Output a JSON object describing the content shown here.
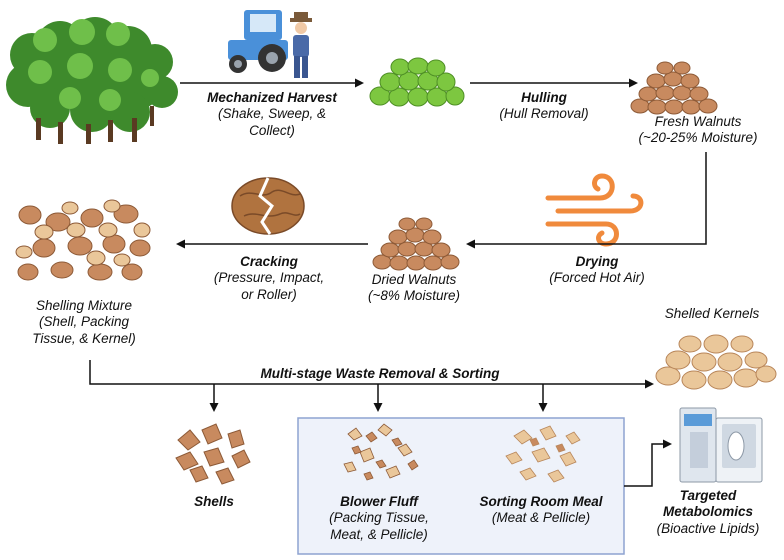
{
  "steps": {
    "harvest": {
      "title": "Mechanized Harvest",
      "detail": [
        "(Shake, Sweep, &",
        "Collect)"
      ]
    },
    "hulling": {
      "title": "Hulling",
      "detail": [
        "(Hull Removal)"
      ]
    },
    "fresh": {
      "title": "Fresh Walnuts",
      "detail": [
        "(~20-25% Moisture)"
      ]
    },
    "drying": {
      "title": "Drying",
      "detail": [
        "(Forced Hot Air)"
      ]
    },
    "dried": {
      "title": "Dried Walnuts",
      "detail": [
        "(~8% Moisture)"
      ]
    },
    "cracking": {
      "title": "Cracking",
      "detail": [
        "(Pressure, Impact,",
        "or Roller)"
      ]
    },
    "shelling": {
      "title": "Shelling Mixture",
      "detail": [
        "(Shell, Packing",
        "Tissue, & Kernel)"
      ]
    },
    "sorting": {
      "title": "Multi-stage Waste Removal & Sorting"
    },
    "kernels": {
      "title": "Shelled Kernels"
    },
    "shells": {
      "title": "Shells"
    },
    "fluff": {
      "title": "Blower Fluff",
      "detail": [
        "(Packing Tissue,",
        "Meat, & Pellicle)"
      ]
    },
    "meal": {
      "title": "Sorting Room Meal",
      "detail": [
        "(Meat & Pellicle)"
      ]
    },
    "metabolomics": {
      "title": "Targeted",
      "title2": "Metabolomics",
      "detail": [
        "(Bioactive Lipids)"
      ]
    }
  },
  "icons": [
    "tree-orchard-icon",
    "tractor-icon",
    "farmer-icon",
    "green-hulled-walnuts-icon",
    "fresh-walnut-pile-icon",
    "hot-air-icon",
    "cracked-walnut-icon",
    "dried-walnut-pile-icon",
    "shelling-mixture-icon",
    "shelled-kernels-icon",
    "shells-icon",
    "blower-fluff-icon",
    "sorting-meal-icon",
    "mass-spectrometer-icon"
  ],
  "colors": {
    "arrow": "#111111",
    "box_fill": "#eef2fa",
    "box_border": "#8ea3d1",
    "shell": "#c88a5f",
    "kernel": "#eac79a",
    "hull_green": "#7dc740",
    "tractor_blue": "#4a90d9",
    "hot_air": "#f08a3c"
  }
}
